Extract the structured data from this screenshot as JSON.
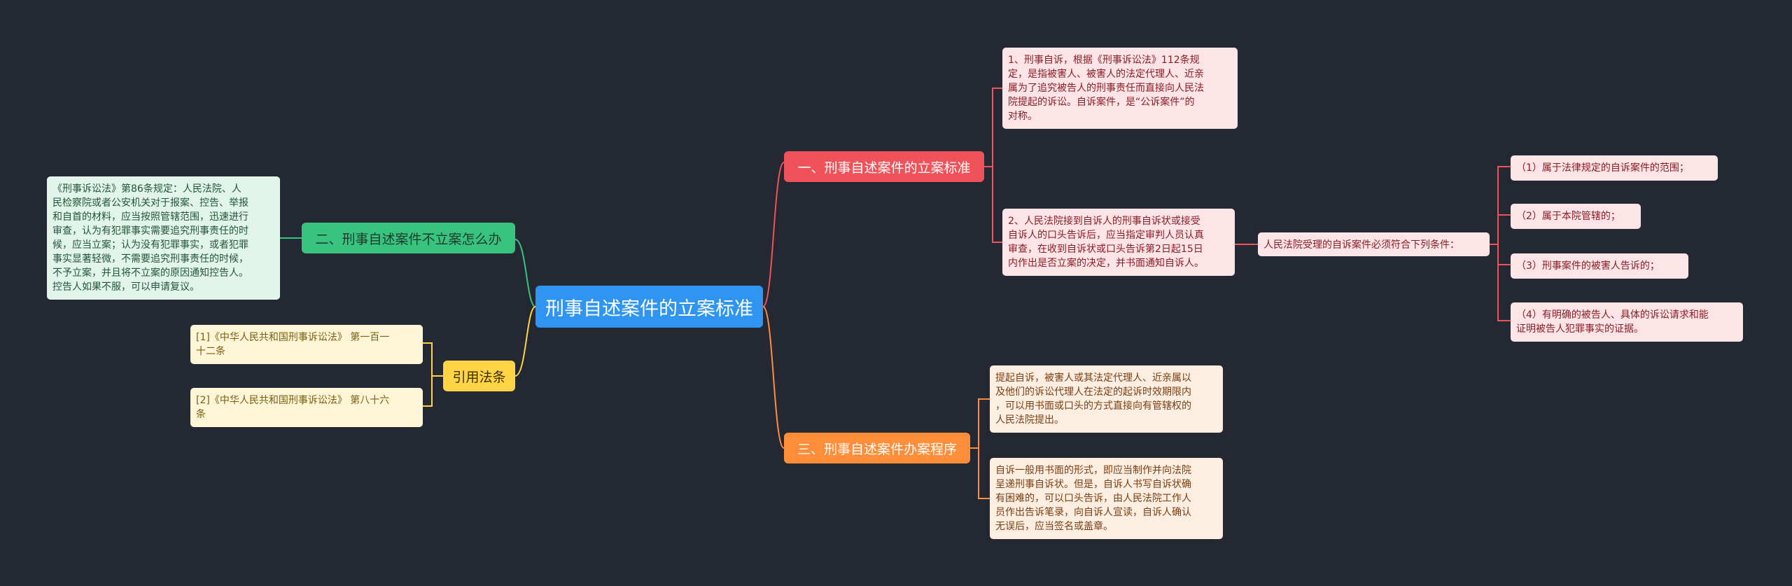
{
  "root": {
    "label": "刑事自述案件的立案标准"
  },
  "branch1": {
    "label": "一、刑事自述案件的立案标准",
    "leaf1": "1、刑事自诉，根据《刑事诉讼法》112条规\n定，是指被害人、被害人的法定代理人、近亲\n属为了追究被告人的刑事责任而直接向人民法\n院提起的诉讼。自诉案件，是“公诉案件”的\n对称。",
    "leaf2": "2、人民法院接到自诉人的刑事自诉状或接受\n自诉人的口头告诉后，应当指定审判人员认真\n审查，在收到自诉状或口头告诉第2日起15日\n内作出是否立案的决定，并书面通知自诉人。",
    "conditions_label": "人民法院受理的自诉案件必须符合下列条件：",
    "conditions": [
      "（1）属于法律规定的自诉案件的范围；",
      "（2）属于本院管辖的；",
      "（3）刑事案件的被害人告诉的；",
      "（4）有明确的被告人、具体的诉讼请求和能\n证明被告人犯罪事实的证据。"
    ]
  },
  "branch2": {
    "label": "二、刑事自述案件不立案怎么办",
    "leaf": "《刑事诉讼法》第86条规定：人民法院、人\n民检察院或者公安机关对于报案、控告、举报\n和自首的材料，应当按照管辖范围，迅速进行\n审查，认为有犯罪事实需要追究刑事责任的时\n候，应当立案；认为没有犯罪事实，或者犯罪\n事实显著轻微，不需要追究刑事责任的时候，\n不予立案，并且将不立案的原因通知控告人。\n控告人如果不服，可以申请复议。"
  },
  "branch3": {
    "label": "三、刑事自述案件办案程序",
    "leaf1": "提起自诉，被害人或其法定代理人、近亲属以\n及他们的诉讼代理人在法定的起诉时效期限内\n，可以用书面或口头的方式直接向有管辖权的\n人民法院提出。",
    "leaf2": "自诉一般用书面的形式，即应当制作并向法院\n呈递刑事自诉状。但是，自诉人书写自诉状确\n有困难的，可以口头告诉，由人民法院工作人\n员作出告诉笔录，向自诉人宣读，自诉人确认\n无误后，应当签名或盖章。"
  },
  "citations": {
    "label": "引用法条",
    "items": [
      "[1]《中华人民共和国刑事诉讼法》 第一百一\n十二条",
      "[2]《中华人民共和国刑事诉讼法》 第八十六\n条"
    ]
  },
  "colors": {
    "background": "#242833",
    "root": "#2f95f0",
    "branch1": "#f0525a",
    "branch2": "#38c47e",
    "citations": "#ffd445",
    "branch3": "#ff8d3a"
  }
}
